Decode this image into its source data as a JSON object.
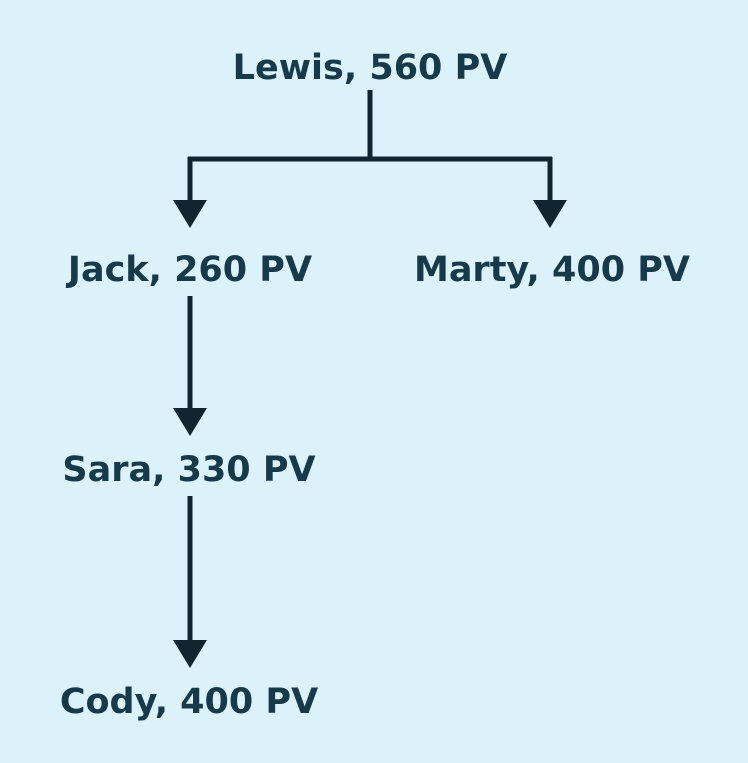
{
  "nodes": {
    "lewis": {
      "label": "Lewis, 560 PV"
    },
    "jack": {
      "label": "Jack, 260 PV"
    },
    "marty": {
      "label": "Marty, 400 PV"
    },
    "sara": {
      "label": "Sara, 330 PV"
    },
    "cody": {
      "label": "Cody, 400 PV"
    }
  },
  "edges": [
    {
      "from": "lewis",
      "to": "jack"
    },
    {
      "from": "lewis",
      "to": "marty"
    },
    {
      "from": "jack",
      "to": "sara"
    },
    {
      "from": "sara",
      "to": "cody"
    }
  ],
  "colors": {
    "background": "#dcf2fb",
    "text": "#163a4a",
    "connector": "#0f2630"
  }
}
